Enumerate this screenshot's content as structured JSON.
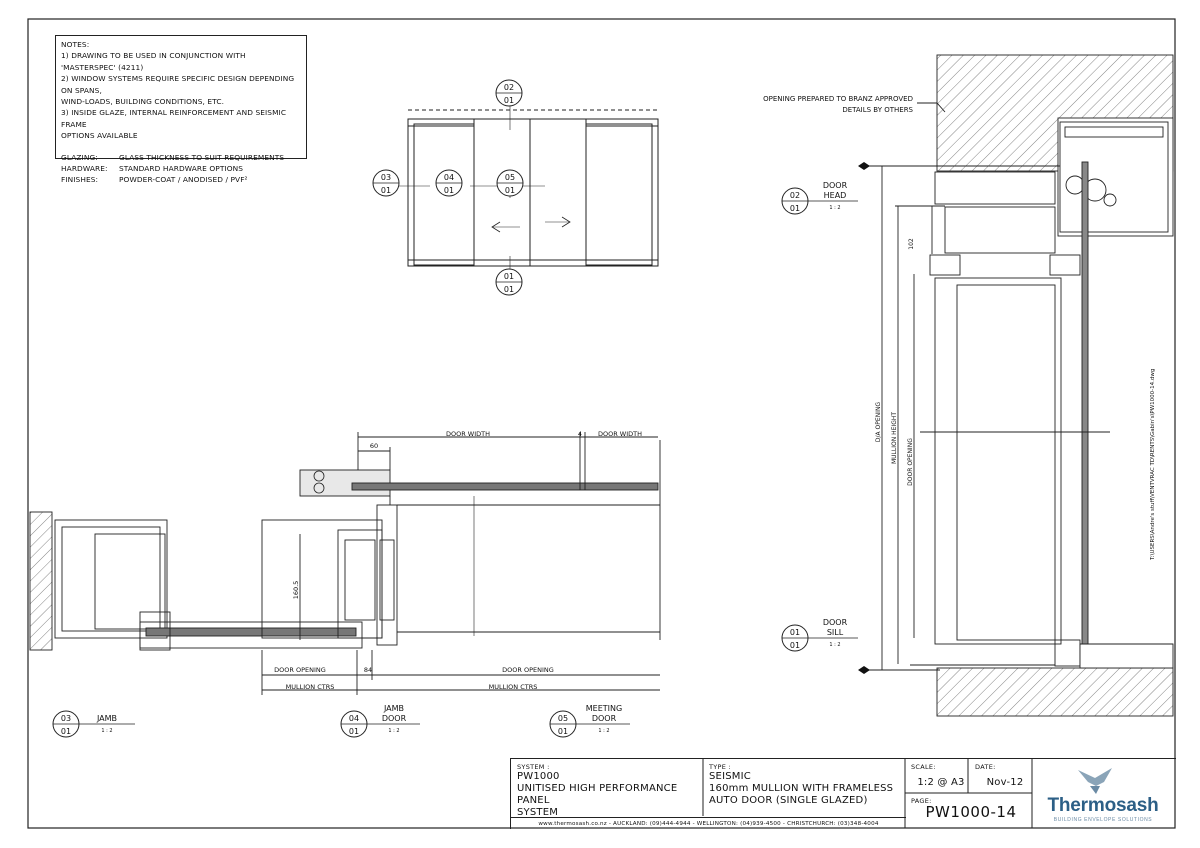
{
  "notes": {
    "title": "NOTES:",
    "items": [
      "1) DRAWING TO BE USED IN CONJUNCTION WITH 'MASTERSPEC' (4211)",
      "2) WINDOW SYSTEMS REQUIRE SPECIFIC DESIGN DEPENDING ON SPANS,",
      "WIND-LOADS, BUILDING CONDITIONS, ETC.",
      "3) INSIDE GLAZE, INTERNAL REINFORCEMENT AND SEISMIC FRAME",
      "OPTIONS AVAILABLE"
    ],
    "specs": [
      {
        "key": "GLAZING:",
        "value": "GLASS THICKNESS TO SUIT REQUIREMENTS"
      },
      {
        "key": "HARDWARE:",
        "value": "STANDARD HARDWARE OPTIONS"
      },
      {
        "key": "FINISHES:",
        "value": "POWDER-COAT / ANODISED / PVF²"
      }
    ]
  },
  "elevation": {
    "markers": [
      {
        "top": "02",
        "bottom": "01"
      },
      {
        "top": "03",
        "bottom": "01"
      },
      {
        "top": "04",
        "bottom": "01"
      },
      {
        "top": "05",
        "bottom": "01"
      },
      {
        "top": "01",
        "bottom": "01"
      }
    ]
  },
  "plan": {
    "dims": {
      "d60": "60",
      "door_width_1": "DOOR WIDTH",
      "d4": "4",
      "door_width_2": "DOOR WIDTH",
      "d160": "160.5",
      "door_opening_1": "DOOR OPENING",
      "d84": "84",
      "door_opening_2": "DOOR OPENING",
      "mullion_ctrs_1": "MULLION CTRS",
      "mullion_ctrs_2": "MULLION CTRS"
    },
    "details": [
      {
        "num": "03",
        "sheet": "01",
        "name": "JAMB",
        "name2": "",
        "scale": "1 : 2"
      },
      {
        "num": "04",
        "sheet": "01",
        "name": "JAMB",
        "name2": "DOOR",
        "scale": "1 : 2"
      },
      {
        "num": "05",
        "sheet": "01",
        "name": "MEETING",
        "name2": "DOOR",
        "scale": "1 : 2"
      }
    ]
  },
  "section": {
    "note_line1": "OPENING PREPARED TO BRANZ APPROVED",
    "note_line2": "DETAILS BY OTHERS",
    "head": {
      "num": "02",
      "sheet": "01",
      "name": "DOOR",
      "name2": "HEAD",
      "scale": "1 : 2"
    },
    "sill": {
      "num": "01",
      "sheet": "01",
      "name": "DOOR",
      "name2": "SILL",
      "scale": "1 : 2"
    },
    "dim_102": "102",
    "do_opening": "D/A OPENING",
    "mullion_height": "MULLION HEIGHT",
    "door_opening": "DOOR OPENING",
    "file_path": "T:\\USERS\\Andre's stuff\\VENTVRAC TD\\RENTS\\Gabin's\\PW1000-14.dwg"
  },
  "title_block": {
    "system_label": "SYSTEM :",
    "system_lines": [
      "PW1000",
      "UNITISED HIGH PERFORMANCE PANEL",
      "SYSTEM"
    ],
    "type_label": "TYPE :",
    "type_lines": [
      "SEISMIC",
      "160mm MULLION WITH FRAMELESS",
      "AUTO DOOR (SINGLE GLAZED)"
    ],
    "scale_label": "SCALE:",
    "scale_value": "1:2 @ A3",
    "date_label": "DATE:",
    "date_value": "Nov-12",
    "page_label": "PAGE:",
    "page_value": "PW1000-14",
    "footer": "www.thermosash.co.nz  -  AUCKLAND: (09)444-4944  -  WELLINGTON: (04)939-4500  -  CHRISTCHURCH: (03)348-4004",
    "logo_name": "Thermosash",
    "logo_tag": "BUILDING ENVELOPE SOLUTIONS"
  },
  "colors": {
    "line": "#1a1a1a",
    "hatch": "#555555",
    "logo": "#2c5f86"
  }
}
